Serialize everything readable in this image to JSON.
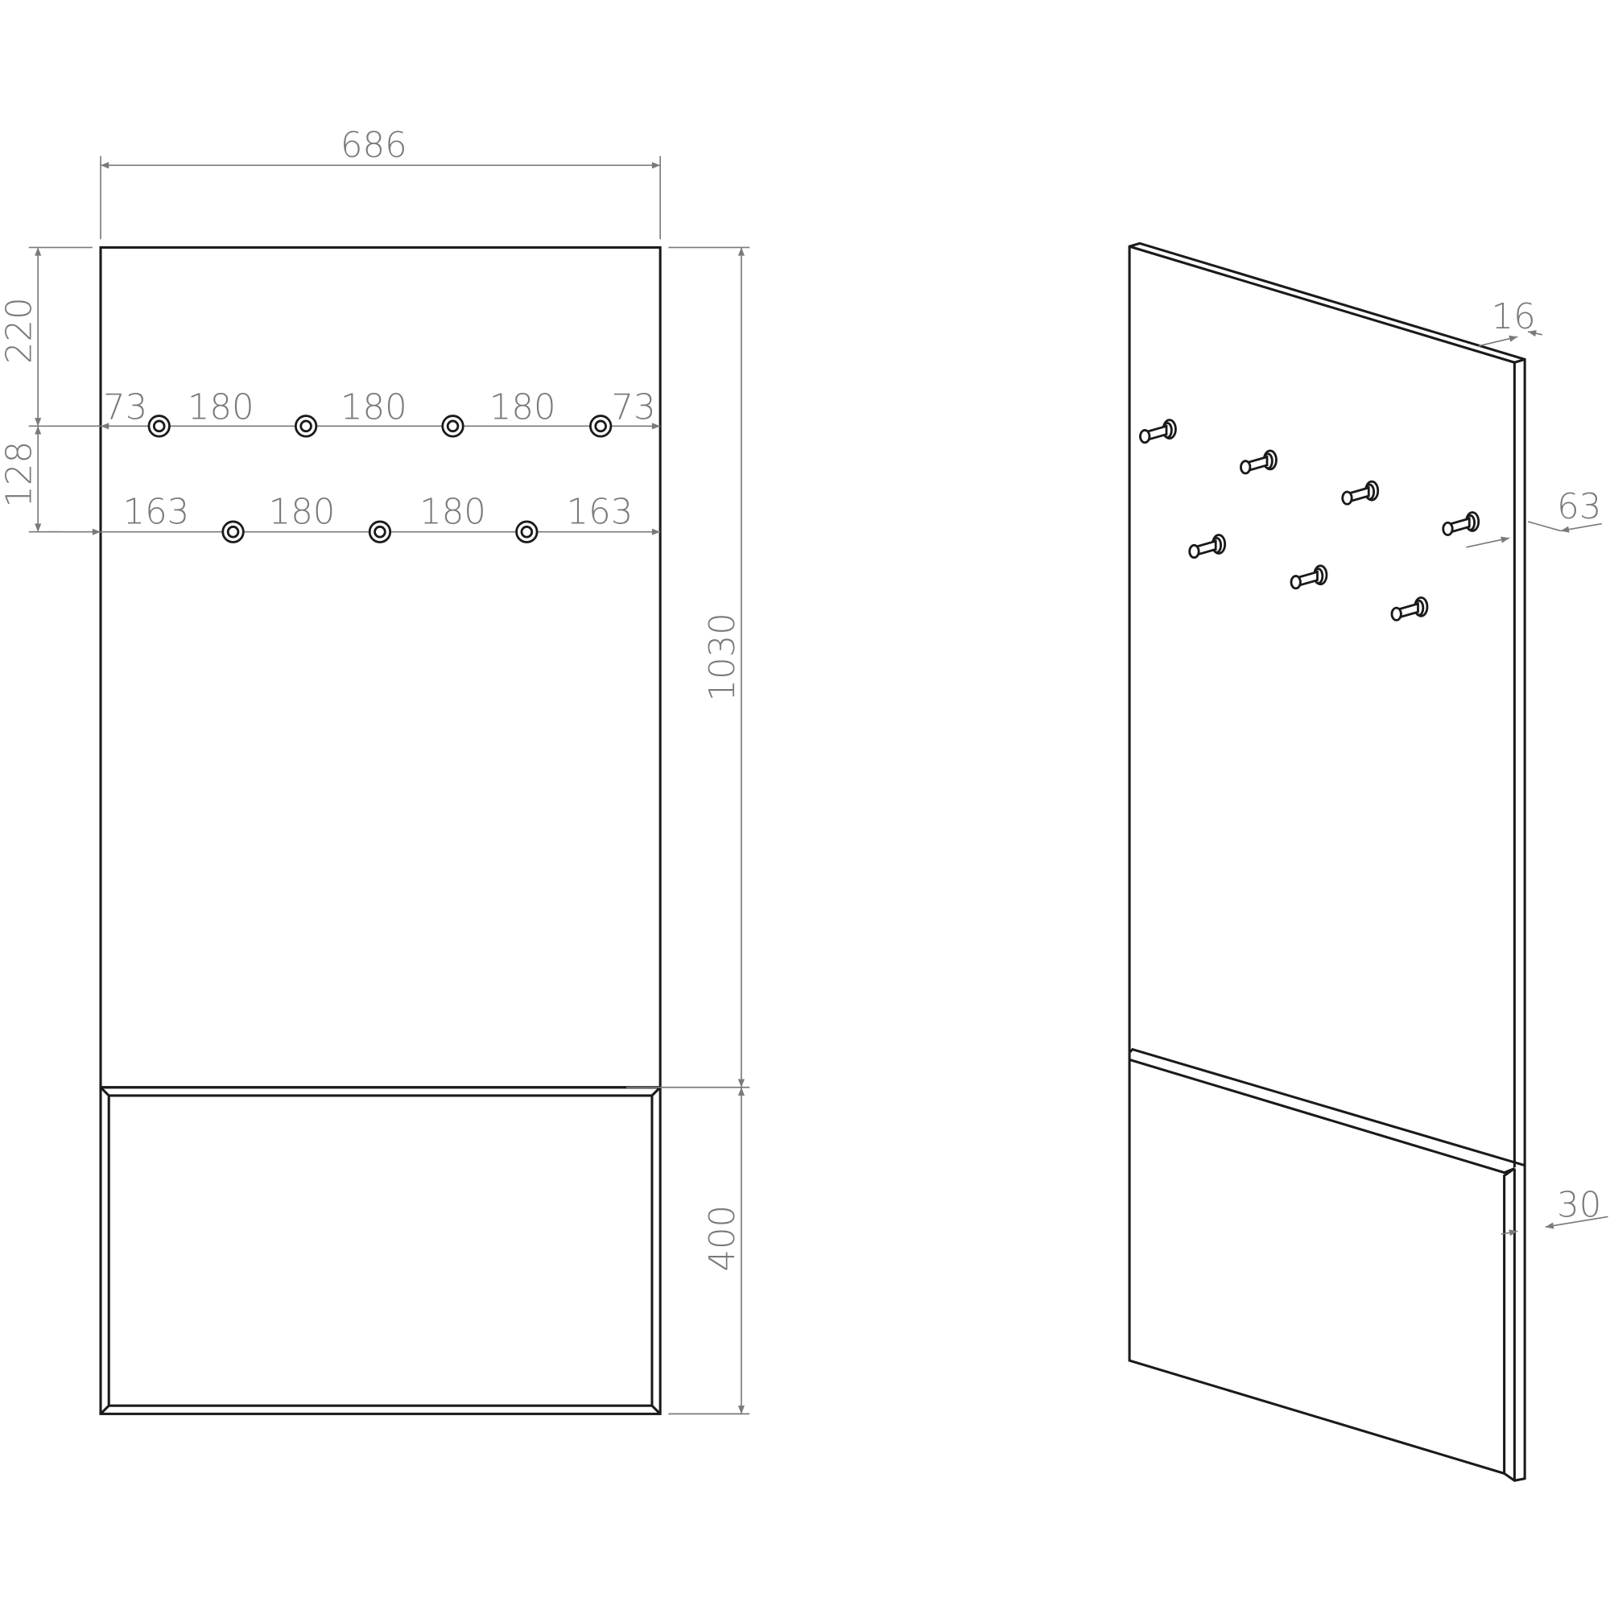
{
  "front_view": {
    "width": "686",
    "top_offset": "220",
    "row_spacing": "128",
    "upper_height": "1030",
    "lower_height": "400",
    "row1": [
      "73",
      "180",
      "180",
      "180",
      "73"
    ],
    "row2": [
      "163",
      "180",
      "180",
      "163"
    ]
  },
  "iso_view": {
    "thickness": "16",
    "hook_depth": "63",
    "lower_thickness": "30"
  }
}
